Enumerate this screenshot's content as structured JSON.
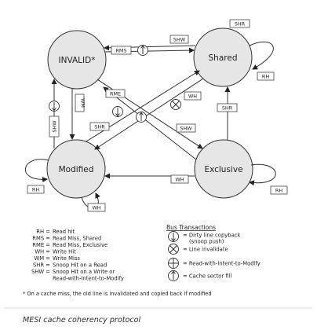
{
  "diagram": {
    "states": {
      "invalid": "INVALID*",
      "shared": "Shared",
      "modified": "Modified",
      "exclusive": "Exclusive"
    },
    "edge_labels": {
      "shw_top": "SHW",
      "rms": "RMS",
      "shr_shared_self": "SHR",
      "rh_shared_self": "RH",
      "wm": "WM",
      "shw_left": "SHW",
      "rme": "RME",
      "wh_mid": "WH",
      "shr_mid": "SHR",
      "shw_mid": "SHW",
      "shr_right": "SHR",
      "rh_modified_self": "RH",
      "wh_modified_self": "WH",
      "wh_bottom": "WH",
      "rh_exclusive_self": "RH"
    }
  },
  "legend": {
    "abbreviations": [
      {
        "key": "RH =",
        "value": "Read hit"
      },
      {
        "key": "RMS =",
        "value": "Read Miss, Shared"
      },
      {
        "key": "RME =",
        "value": "Read Miss, Exclusive"
      },
      {
        "key": "WH =",
        "value": "Write Hit"
      },
      {
        "key": "WM =",
        "value": "Write Miss"
      },
      {
        "key": "SHR =",
        "value": "Snoop Hit on a Read"
      },
      {
        "key": "SHW =",
        "value": "Snoop Hit on a Write or"
      },
      {
        "key": "",
        "value": "Read-with-Intent-to-Modify"
      }
    ],
    "bus_title": "Bus Transactions",
    "bus": [
      {
        "icon": "arrow-down-circle-icon",
        "lines": [
          "= Dirty line copyback",
          "(snoop push)"
        ]
      },
      {
        "icon": "x-circle-icon",
        "lines": [
          "= Line invalidate"
        ]
      },
      {
        "icon": "plus-circle-icon",
        "lines": [
          "= Read-with-Intent-to-Modify"
        ]
      },
      {
        "icon": "arrow-up-circle-icon",
        "lines": [
          "= Cache sector fill"
        ]
      }
    ]
  },
  "footnote": "* On a cache miss, the old line is invalidated and copied back if modified",
  "caption": "MESI cache coherency protocol"
}
